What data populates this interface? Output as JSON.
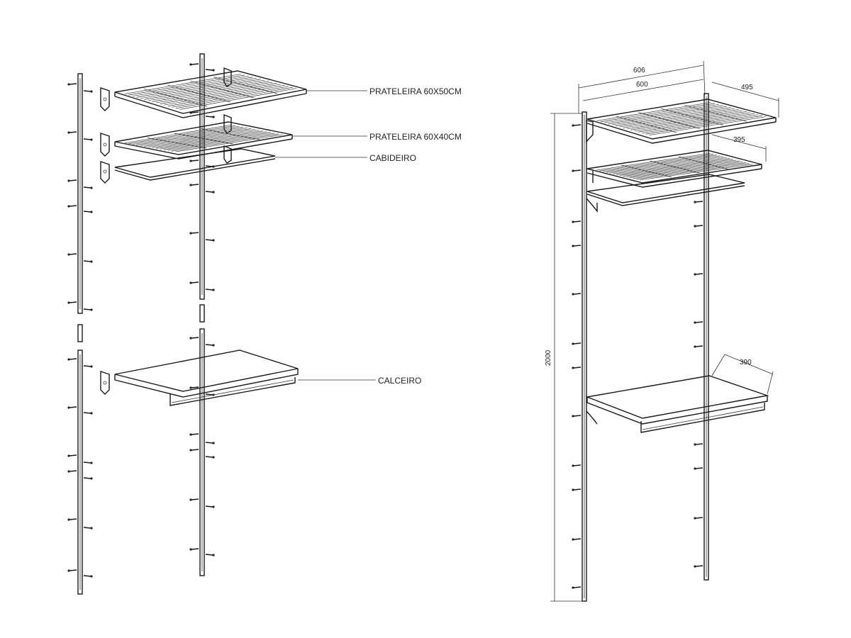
{
  "left_labels": {
    "shelf_60x50": "PRATELEIRA 60X50CM",
    "shelf_60x40": "PRATELEIRA 60X40CM",
    "hanger": "CABIDEIRO",
    "shoe_rack": "CALCEIRO"
  },
  "dimensions": {
    "width_outer": "606",
    "width_inner": "600",
    "depth_top": "495",
    "depth_middle": "395",
    "depth_shoe": "390",
    "height": "2000"
  },
  "colors": {
    "line": "#1a1a1a",
    "panel": "#f6f6f6"
  }
}
